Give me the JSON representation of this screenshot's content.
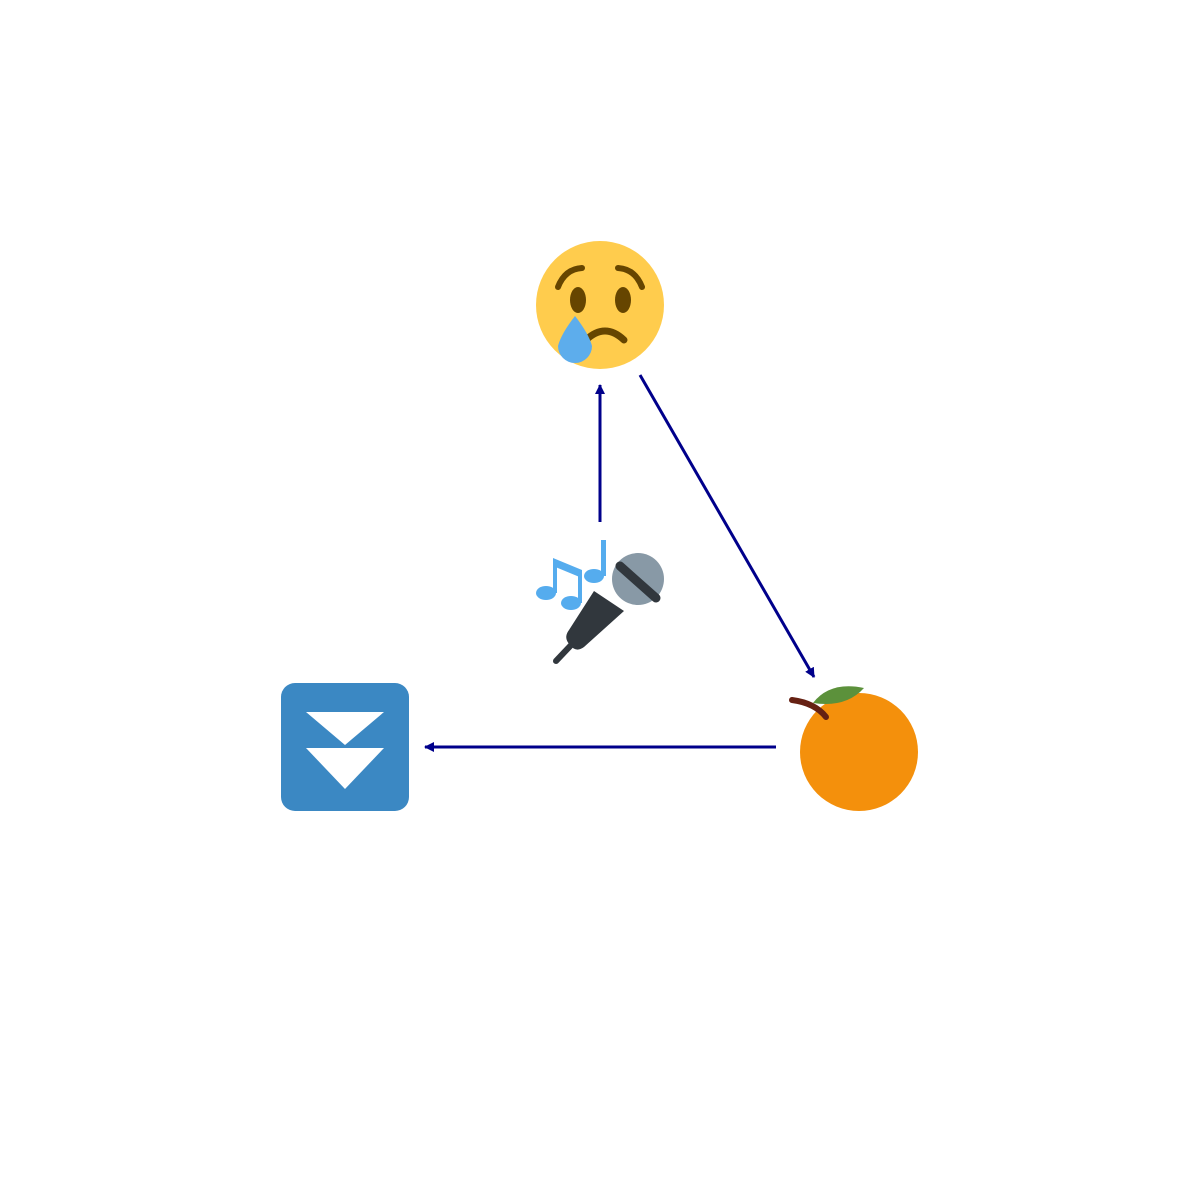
{
  "diagram": {
    "nodes": [
      {
        "id": "crying",
        "icon": "crying-face-icon"
      },
      {
        "id": "orange",
        "icon": "tangerine-icon"
      },
      {
        "id": "fast-down",
        "icon": "fast-down-button-icon"
      },
      {
        "id": "singer",
        "icon": "microphone-icon"
      }
    ],
    "edges": [
      {
        "from": "crying",
        "to": "orange"
      },
      {
        "from": "orange",
        "to": "fast-down"
      },
      {
        "from": "singer",
        "to": "crying"
      }
    ],
    "colors": {
      "edge": "#00008b",
      "face": "#ffcc4d",
      "face_features": "#664500",
      "tear": "#5dadec",
      "orange": "#f4900c",
      "leaf": "#5c913b",
      "stem": "#662113",
      "button": "#3b88c3",
      "arrow_glyph": "#ffffff",
      "mic_body": "#31373d",
      "mic_head": "#8899a6",
      "notes": "#55acee"
    }
  }
}
